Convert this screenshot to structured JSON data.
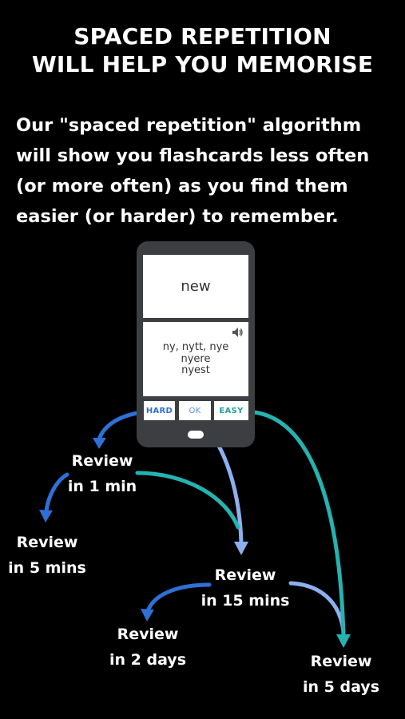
{
  "title": {
    "line1": "SPACED REPETITION",
    "line2": "WILL HELP YOU MEMORISE"
  },
  "description": {
    "line1": "Our \"spaced repetition\" algorithm",
    "line2": "will show you flashcards less often",
    "line3": "(or more often) as you find them",
    "line4": "easier (or harder) to remember."
  },
  "phone": {
    "front_word": "new",
    "answer": {
      "line1": "ny, nytt, nye",
      "line2": "nyere",
      "line3": "nyest"
    },
    "buttons": {
      "hard": "HARD",
      "ok": "OK",
      "easy": "EASY"
    },
    "speaker_icon": "speaker-icon"
  },
  "labels": {
    "r1min": {
      "l1": "Review",
      "l2": "in 1 min"
    },
    "r5mins": {
      "l1": "Review",
      "l2": "in 5 mins"
    },
    "r15mins": {
      "l1": "Review",
      "l2": "in 15 mins"
    },
    "r2days": {
      "l1": "Review",
      "l2": "in 2 days"
    },
    "r5days": {
      "l1": "Review",
      "l2": "in 5 days"
    }
  },
  "colors": {
    "hard": "#2f6fd6",
    "ok": "#8cb0ef",
    "easy": "#24b3b0",
    "background": "#000000"
  }
}
